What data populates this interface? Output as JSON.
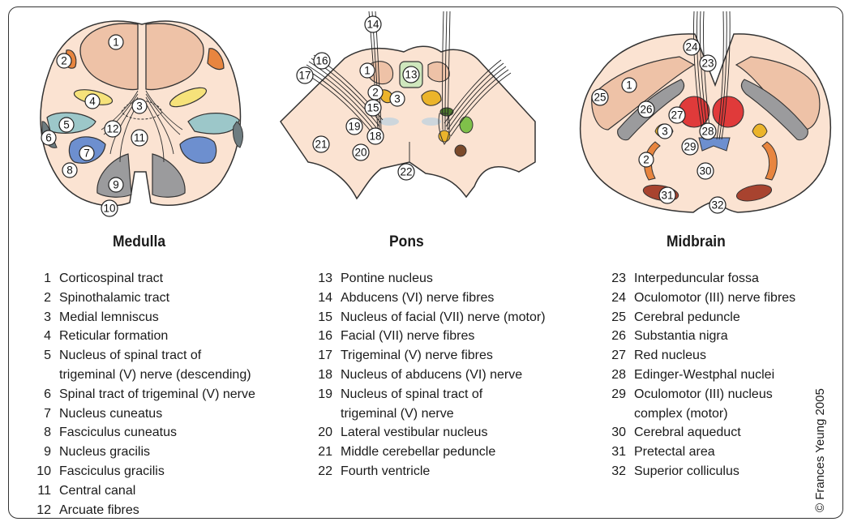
{
  "colors": {
    "tissue": "#fbe3d2",
    "tract": "#eec2a7",
    "outline": "#333333",
    "orange": "#e8853f",
    "yellow": "#f6e27a",
    "teal": "#9cc7c9",
    "blue": "#6d8fcf",
    "grey": "#9b9b9d",
    "red": "#e03a3a",
    "lightgreen": "#cfe7bd",
    "green": "#7fc04a",
    "brown": "#7b4a2b",
    "gold": "#ebb42b",
    "darkred": "#a8432f"
  },
  "titles": {
    "medulla": "Medulla",
    "pons": "Pons",
    "midbrain": "Midbrain"
  },
  "labels": {
    "medulla": [
      "1",
      "2",
      "3",
      "4",
      "5",
      "6",
      "7",
      "8",
      "9",
      "10",
      "11",
      "12"
    ],
    "pons": [
      "1",
      "2",
      "3",
      "13",
      "14",
      "15",
      "16",
      "17",
      "18",
      "19",
      "20",
      "21",
      "22"
    ],
    "midbrain": [
      "1",
      "2",
      "3",
      "23",
      "24",
      "25",
      "26",
      "27",
      "28",
      "29",
      "30",
      "31",
      "32"
    ]
  },
  "legend": {
    "medulla": [
      {
        "num": "1",
        "text": "Corticospinal tract"
      },
      {
        "num": "2",
        "text": "Spinothalamic tract"
      },
      {
        "num": "3",
        "text": "Medial lemniscus"
      },
      {
        "num": "4",
        "text": "Reticular formation"
      },
      {
        "num": "5",
        "text": "Nucleus of spinal tract of\ntrigeminal (V) nerve (descending)"
      },
      {
        "num": "6",
        "text": "Spinal tract of trigeminal (V) nerve"
      },
      {
        "num": "7",
        "text": "Nucleus cuneatus"
      },
      {
        "num": "8",
        "text": "Fasciculus cuneatus"
      },
      {
        "num": "9",
        "text": "Nucleus gracilis"
      },
      {
        "num": "10",
        "text": "Fasciculus gracilis"
      },
      {
        "num": "11",
        "text": "Central canal"
      },
      {
        "num": "12",
        "text": "Arcuate fibres"
      }
    ],
    "pons": [
      {
        "num": "13",
        "text": "Pontine nucleus"
      },
      {
        "num": "14",
        "text": "Abducens (VI) nerve fibres"
      },
      {
        "num": "15",
        "text": "Nucleus of facial (VII) nerve (motor)"
      },
      {
        "num": "16",
        "text": "Facial (VII) nerve fibres"
      },
      {
        "num": "17",
        "text": "Trigeminal (V) nerve fibres"
      },
      {
        "num": "18",
        "text": "Nucleus of abducens (VI) nerve"
      },
      {
        "num": "19",
        "text": "Nucleus of spinal tract of\ntrigeminal (V) nerve"
      },
      {
        "num": "20",
        "text": "Lateral vestibular nucleus"
      },
      {
        "num": "21",
        "text": "Middle cerebellar peduncle"
      },
      {
        "num": "22",
        "text": "Fourth ventricle"
      }
    ],
    "midbrain": [
      {
        "num": "23",
        "text": "Interpeduncular fossa"
      },
      {
        "num": "24",
        "text": "Oculomotor (III) nerve fibres"
      },
      {
        "num": "25",
        "text": "Cerebral peduncle"
      },
      {
        "num": "26",
        "text": "Substantia nigra"
      },
      {
        "num": "27",
        "text": "Red nucleus"
      },
      {
        "num": "28",
        "text": "Edinger-Westphal nuclei"
      },
      {
        "num": "29",
        "text": "Oculomotor (III) nucleus\ncomplex (motor)"
      },
      {
        "num": "30",
        "text": "Cerebral aqueduct"
      },
      {
        "num": "31",
        "text": "Pretectal area"
      },
      {
        "num": "32",
        "text": "Superior colliculus"
      }
    ]
  },
  "copyright": "© Frances Yeung 2005"
}
